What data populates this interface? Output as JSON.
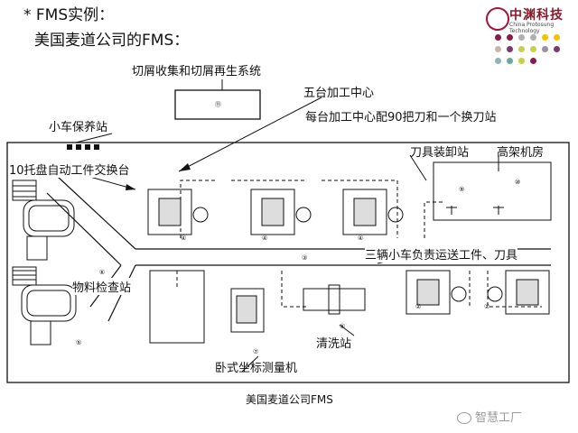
{
  "header": {
    "bullet": "* FMS实例：",
    "subtitle": "美国麦道公司的FMS："
  },
  "logo": {
    "brand_cn": "中渊科技",
    "brand_en": "China Protosung Technology",
    "tagline": "",
    "dot_colors": [
      "#8a1a4b",
      "#8a1a4b",
      "#b0b0b0",
      "#b0b0b0",
      "#f2c200",
      "#f2c200",
      "#c7b6a8",
      "#7a3b6b",
      "#c8d04a",
      "#c8d04a",
      "#9c8fa8",
      "#7a3b6b",
      "#8fb5b0",
      "#6aa89e",
      "#c8d04a",
      "#8a1a4b"
    ]
  },
  "labels": {
    "chip_system": "切屑收集和切屑再生系统",
    "five_centers": "五台加工中心",
    "tools_each": "每台加工中心配90把刀和一个换刀站",
    "cart_maint": "小车保养站",
    "pallet_exchange": "10托盘自动工件交换台",
    "tool_station": "刀具装卸站",
    "high_rack": "高架机房",
    "three_carts": "三辆小车负责运送工件、刀具",
    "material_check": "物料检查站",
    "cleaning": "清洗站",
    "cmm": "卧式坐标测量机"
  },
  "numbers": [
    "①",
    "②",
    "③",
    "④",
    "⑤",
    "⑥",
    "⑦",
    "⑧",
    "⑨",
    "⑩",
    "⑪"
  ],
  "caption": "美国麦道公司FMS",
  "watermark": "智慧工厂"
}
